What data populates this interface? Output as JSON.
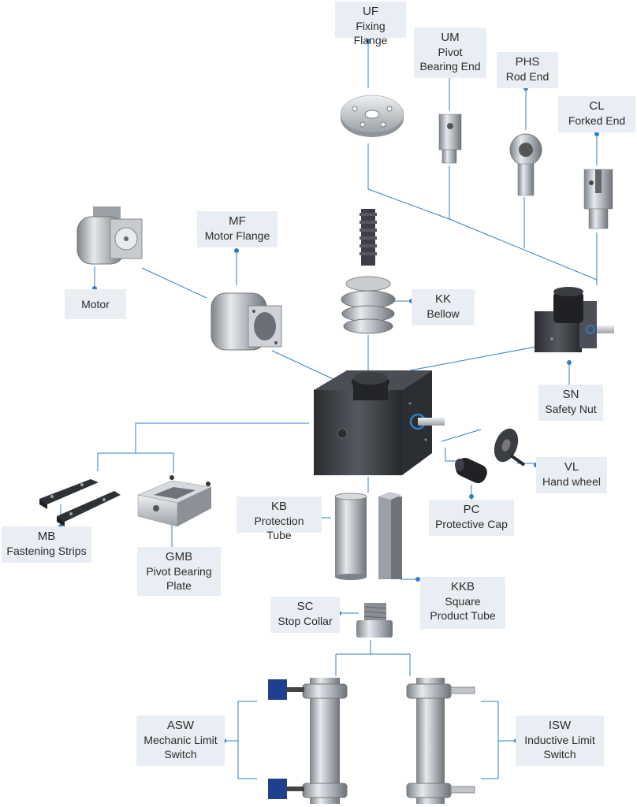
{
  "colors": {
    "line": "#2f7fc1",
    "label_bg": "#e9eef4",
    "metal": "#a9aeb5",
    "dark_steel": "#3a3d42",
    "switch_blue": "#1f3f8f"
  },
  "components": {
    "uf": {
      "code": "UF",
      "name": "Fixing Flange"
    },
    "um": {
      "code": "UM",
      "name": "Pivot\nBearing End"
    },
    "phs": {
      "code": "PHS",
      "name": "Rod End"
    },
    "cl": {
      "code": "CL",
      "name": "Forked End"
    },
    "motor": {
      "code": "",
      "name": "Motor"
    },
    "mf": {
      "code": "MF",
      "name": "Motor Flange"
    },
    "kk": {
      "code": "KK",
      "name": "Bellow"
    },
    "sn": {
      "code": "SN",
      "name": "Safety Nut"
    },
    "vl": {
      "code": "VL",
      "name": "Hand wheel"
    },
    "pc": {
      "code": "PC",
      "name": "Protective Cap"
    },
    "kb": {
      "code": "KB",
      "name": "Protection Tube"
    },
    "mb": {
      "code": "MB",
      "name": "Fastening Strips"
    },
    "gmb": {
      "code": "GMB",
      "name": "Pivot Bearing\nPlate"
    },
    "kkb": {
      "code": "KKB",
      "name": "Square\nProduct Tube"
    },
    "sc": {
      "code": "SC",
      "name": "Stop Collar"
    },
    "asw": {
      "code": "ASW",
      "name": "Mechanic Limit\nSwitch"
    },
    "isw": {
      "code": "ISW",
      "name": "Inductive Limit\nSwitch"
    }
  }
}
